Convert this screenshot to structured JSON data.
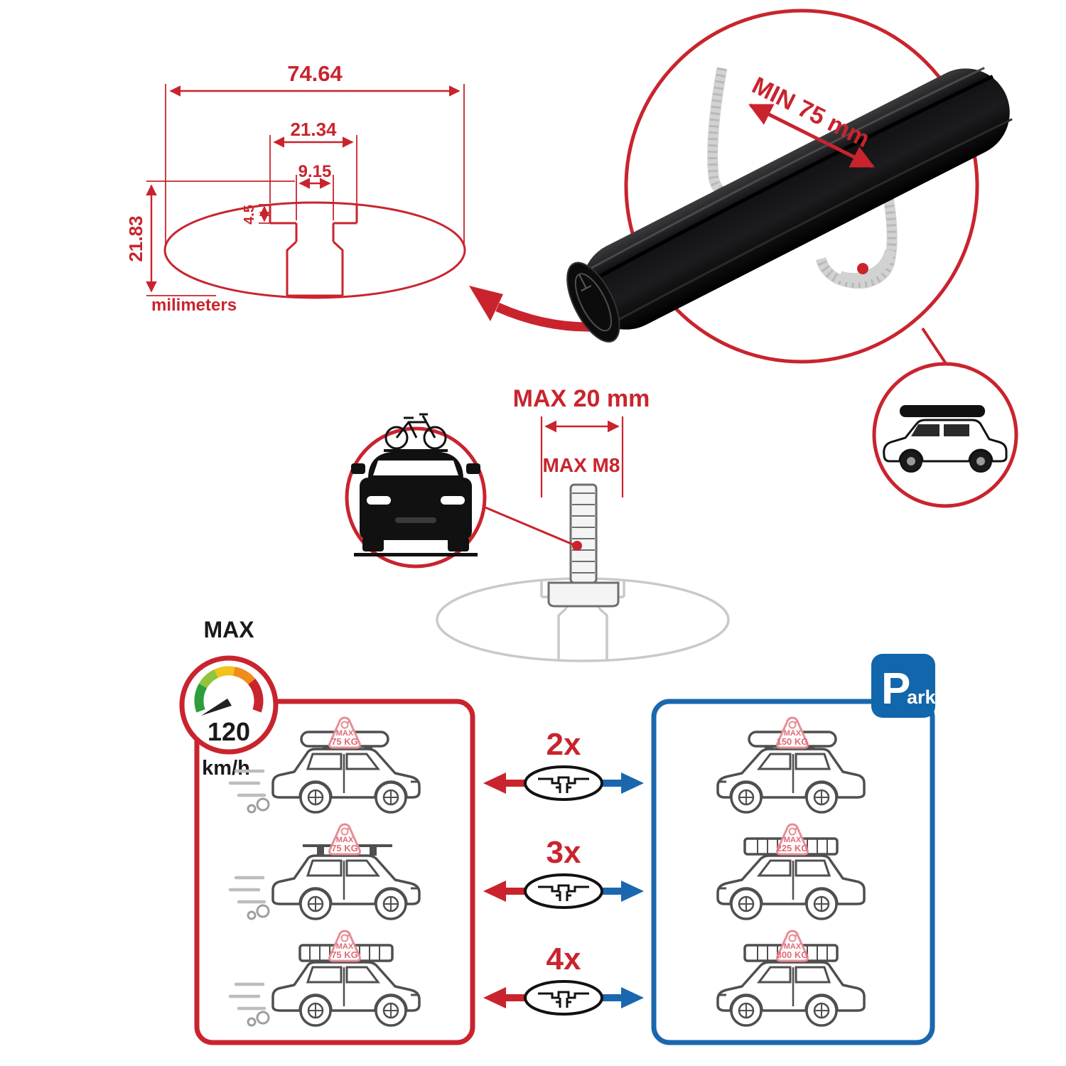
{
  "colors": {
    "accent_red": "#C9242E",
    "accent_blue": "#1A67AE",
    "park_blue": "#1266AB",
    "faded_pink": "#E58F96",
    "faded_gray": "#C9C9C9",
    "bar_black": "#111111"
  },
  "cross_section": {
    "total_width": "74.64",
    "channel_width": "21.34",
    "slot_width": "9.15",
    "step_depth": "4.5",
    "total_height": "21.83",
    "units": "milimeters"
  },
  "bar_detail": {
    "min_span": "MIN 75 mm"
  },
  "bolt": {
    "max_width": "MAX 20 mm",
    "max_thread": "MAX M8"
  },
  "speed": {
    "label": "MAX",
    "value": "120",
    "unit": "km/h"
  },
  "park_sign": {
    "letter": "P",
    "rest": "ark"
  },
  "comparison": {
    "rows": [
      {
        "qty": "2x",
        "drive_tag_title": "MAX",
        "drive_tag_load": "75 KG",
        "park_tag_title": "MAX",
        "park_tag_load": "150 KG"
      },
      {
        "qty": "3x",
        "drive_tag_title": "MAX",
        "drive_tag_load": "75 KG",
        "park_tag_title": "MAX",
        "park_tag_load": "225 KG"
      },
      {
        "qty": "4x",
        "drive_tag_title": "MAX",
        "drive_tag_load": "75 KG",
        "park_tag_title": "MAX",
        "park_tag_load": "300 KG"
      }
    ]
  }
}
